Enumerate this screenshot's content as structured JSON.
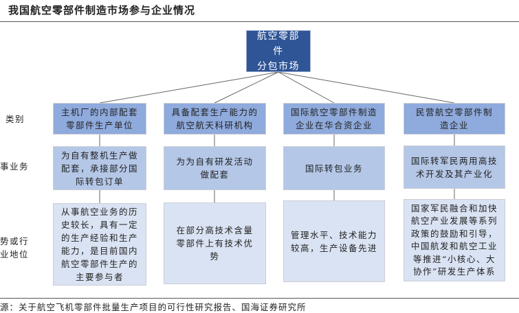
{
  "title": "我国航空零部件制造市场参与企业情况",
  "root": {
    "line1": "航空零部件",
    "line2": "分包市场"
  },
  "row_labels": {
    "category": "类别",
    "business": "事业务",
    "position_line1": "势或行",
    "position_line2": "业地位"
  },
  "columns": [
    {
      "category": "主机厂的内部配套零部件生产单位",
      "business": "为自有整机生产做配套，承接部分国际转包订单",
      "position": "从事航空业务的历史较长，具有一定的生产经验和生产能力，是目前国内航空零部件生产的主要参与者"
    },
    {
      "category": "具备配套生产能力的航空航天科研机构",
      "business": "为为自有研发活动做配套",
      "position": "在部分高技术含量零部件上有技术优势"
    },
    {
      "category": "国际航空零部件制造企业在华合资企业",
      "business": "国际转包业务",
      "position": "管理水平、技术能力较高，生产设备先进"
    },
    {
      "category": "民营航空零部件制造企业",
      "business": "国际转军民两用高技术开发及其产业化",
      "position": "国家军民融合和加快航空产业发展等系列政策的鼓励和引导，中国航发和航空工业等推进“小核心、大协作”研发生产体系"
    }
  ],
  "source": "源：关于航空飞机零部件批量生产项目的可行性研究报告、国海证券研究所",
  "colors": {
    "root": "#2f5597",
    "level1": "#8faadc",
    "level2": "#b4c7e7",
    "level3": "#dae3f3"
  }
}
